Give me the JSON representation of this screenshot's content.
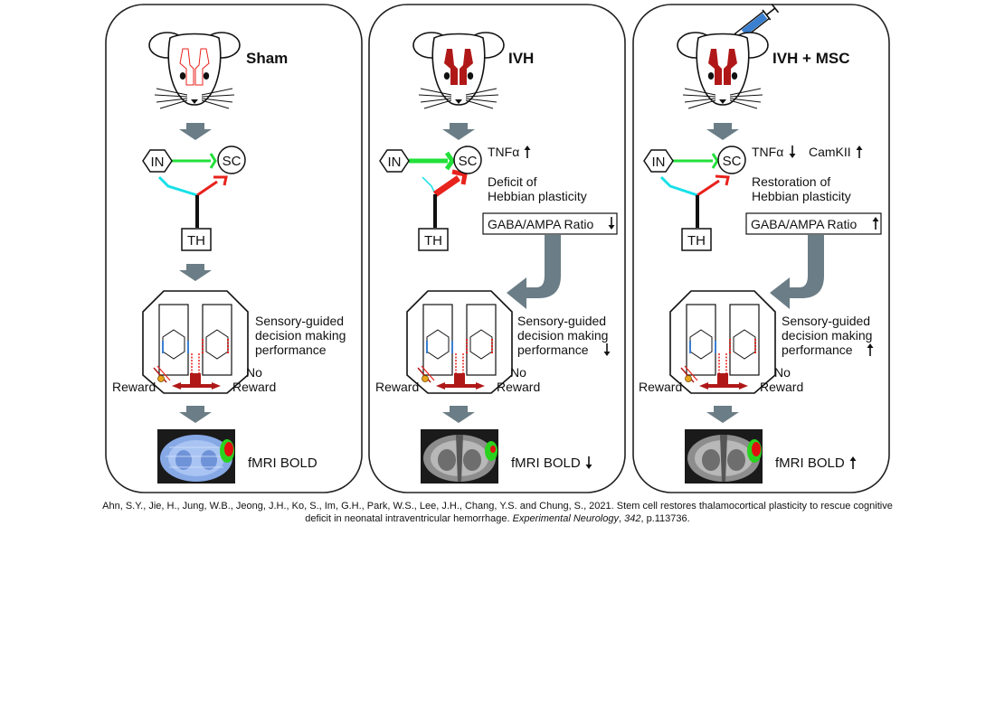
{
  "panels": [
    {
      "title": "Sham",
      "nodes": {
        "in": "IN",
        "sc": "SC",
        "th": "TH"
      },
      "notes": [],
      "ratio": "",
      "ratio_arrow": "",
      "performance": [
        "Sensory-guided",
        "decision making",
        "performance"
      ],
      "performance_arrow": "",
      "reward": "Reward",
      "no_reward": [
        "No",
        "Reward"
      ],
      "bold": "fMRI BOLD",
      "bold_arrow": ""
    },
    {
      "title": "IVH",
      "nodes": {
        "in": "IN",
        "sc": "SC",
        "th": "TH"
      },
      "tnf": "TNFα",
      "tnf_arrow": "up",
      "camk": "",
      "camk_arrow": "",
      "notes": [
        "Deficit of",
        "Hebbian plasticity"
      ],
      "ratio": "GABA/AMPA Ratio",
      "ratio_arrow": "down",
      "performance": [
        "Sensory-guided",
        "decision making",
        "performance"
      ],
      "performance_arrow": "down",
      "reward": "Reward",
      "no_reward": [
        "No",
        "Reward"
      ],
      "bold": "fMRI BOLD",
      "bold_arrow": "down"
    },
    {
      "title": "IVH + MSC",
      "nodes": {
        "in": "IN",
        "sc": "SC",
        "th": "TH"
      },
      "tnf": "TNFα",
      "tnf_arrow": "down",
      "camk": "CamKII",
      "camk_arrow": "up",
      "notes": [
        "Restoration of",
        "Hebbian plasticity"
      ],
      "ratio": "GABA/AMPA Ratio",
      "ratio_arrow": "up",
      "performance": [
        "Sensory-guided",
        "decision making",
        "performance"
      ],
      "performance_arrow": "up",
      "reward": "Reward",
      "no_reward": [
        "No",
        "Reward"
      ],
      "bold": "fMRI BOLD",
      "bold_arrow": "up"
    }
  ],
  "citation": {
    "before": "Ahn, S.Y., Jie, H., Jung, W.B., Jeong, J.H., Ko, S., Im, G.H., Park, W.S., Lee, J.H., Chang, Y.S. and Chung, S., 2021. Stem cell restores thalamocortical plasticity to rescue cognitive deficit in neonatal intraventricular hemorrhage. ",
    "journal": "Experimental Neurology",
    "sep1": ", ",
    "volume": "342",
    "after": ", p.113736."
  },
  "colors": {
    "panel_border": "#222222",
    "flow_arrow": "#6b7d86",
    "excitatory_in": "#22e03a",
    "inhibitory": "#18e0e8",
    "sc_output": "#e8221c",
    "hemorrhage": "#b01818",
    "syringe": "#3a7fd0",
    "heat_red": "#e01010",
    "heat_green": "#2ad21e"
  }
}
